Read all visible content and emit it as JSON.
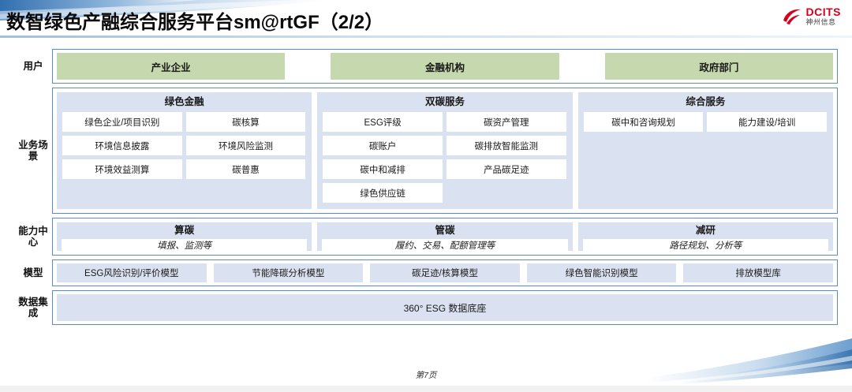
{
  "header": {
    "title": "数智绿色产融综合服务平台sm@rtGF（2/2）",
    "logo": {
      "name": "dcits-logo",
      "english": "DCITS",
      "chinese": "神州信息",
      "color": "#d6001c"
    }
  },
  "colors": {
    "user_chip": "#c6d9ae",
    "panel": "#dae1f0",
    "border": "#5b8bc4",
    "brand_red": "#d6001c"
  },
  "rows": {
    "user": {
      "label": "用户",
      "chips": [
        "产业企业",
        "金融机构",
        "政府部门"
      ]
    },
    "business": {
      "label": "业务场景",
      "panels": [
        {
          "title": "绿色金融",
          "tiles": [
            "绿色企业/项目识别",
            "碳核算",
            "环境信息披露",
            "环境风险监测",
            "环境效益测算",
            "碳普惠"
          ]
        },
        {
          "title": "双碳服务",
          "tiles": [
            "ESG评级",
            "碳资产管理",
            "碳账户",
            "碳排放智能监测",
            "碳中和减排",
            "产品碳足迹",
            "绿色供应链"
          ]
        },
        {
          "title": "综合服务",
          "tiles": [
            "碳中和咨询规划",
            "能力建设/培训"
          ]
        }
      ]
    },
    "capability": {
      "label": "能力中心",
      "panels": [
        {
          "title": "算碳",
          "subtitle": "填报、监测等"
        },
        {
          "title": "管碳",
          "subtitle": "履约、交易、配额管理等"
        },
        {
          "title": "减研",
          "subtitle": "路径规划、分析等"
        }
      ]
    },
    "model": {
      "label": "模型",
      "chips": [
        "ESG风险识别/评价模型",
        "节能降碳分析模型",
        "碳足迹/核算模型",
        "绿色智能识别模型",
        "排放模型库"
      ]
    },
    "data": {
      "label": "数据集成",
      "bar": "360° ESG 数据底座"
    }
  },
  "footer": {
    "page": "第7页"
  }
}
